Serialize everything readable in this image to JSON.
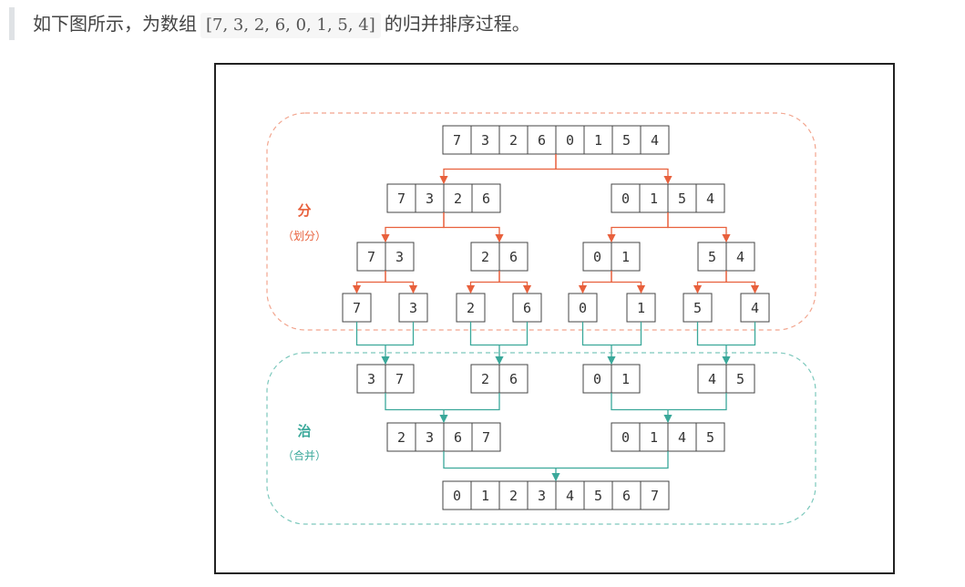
{
  "caption": {
    "before": "如下图所示，为数组",
    "code": "[7, 3, 2, 6, 0, 1, 5, 4]",
    "after": "的归并排序过程。"
  },
  "colors": {
    "divide": "#e8603c",
    "merge": "#3aa89a",
    "divide_region_border": "#f2a58e",
    "merge_region_border": "#7cc8bc"
  },
  "diagram": {
    "divide_label": "分",
    "divide_sublabel": "（划分）",
    "merge_label": "治",
    "merge_sublabel": "（合并）",
    "divide_rows": [
      [
        [
          7,
          3,
          2,
          6,
          0,
          1,
          5,
          4
        ]
      ],
      [
        [
          7,
          3,
          2,
          6
        ],
        [
          0,
          1,
          5,
          4
        ]
      ],
      [
        [
          7,
          3
        ],
        [
          2,
          6
        ],
        [
          0,
          1
        ],
        [
          5,
          4
        ]
      ],
      [
        [
          7
        ],
        [
          3
        ],
        [
          2
        ],
        [
          6
        ],
        [
          0
        ],
        [
          1
        ],
        [
          5
        ],
        [
          4
        ]
      ]
    ],
    "merge_rows": [
      [
        [
          3,
          7
        ],
        [
          2,
          6
        ],
        [
          0,
          1
        ],
        [
          4,
          5
        ]
      ],
      [
        [
          2,
          3,
          6,
          7
        ],
        [
          0,
          1,
          4,
          5
        ]
      ],
      [
        [
          0,
          1,
          2,
          3,
          4,
          5,
          6,
          7
        ]
      ]
    ]
  }
}
